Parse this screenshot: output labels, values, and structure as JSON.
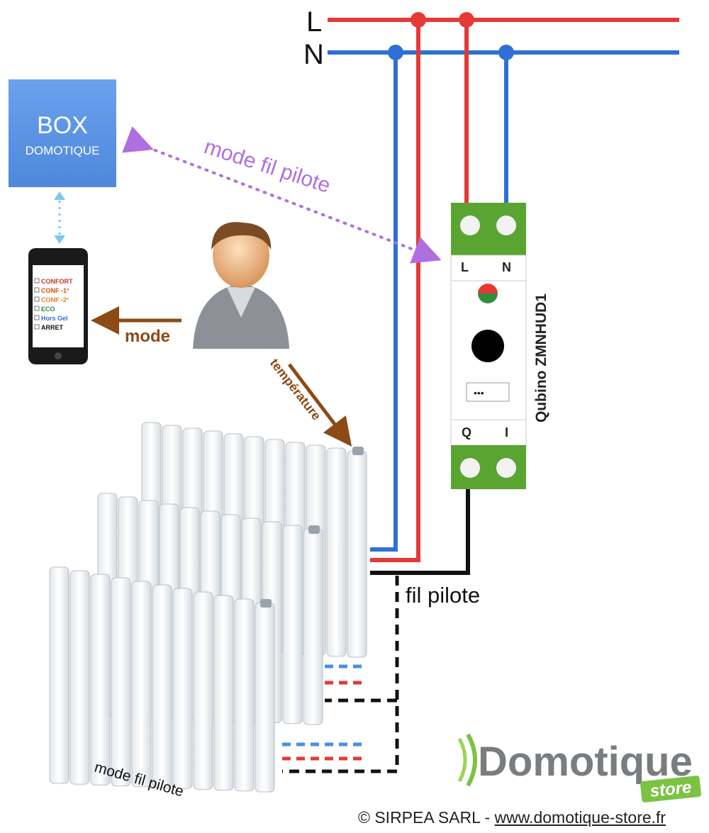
{
  "wires": {
    "line_label": "L",
    "neutral_label": "N"
  },
  "box": {
    "title": "BOX",
    "subtitle": "DOMOTIQUE"
  },
  "arrows": {
    "mode_fil_pilote_top": "mode fil pilote",
    "mode": "mode",
    "temperature": "température"
  },
  "phone": {
    "modes": [
      {
        "label": "CONFORT",
        "color": "#c0392b"
      },
      {
        "label": "CONF -1°",
        "color": "#d35400"
      },
      {
        "label": "CONF -2°",
        "color": "#e67e22"
      },
      {
        "label": "ECO",
        "color": "#2e8b3e"
      },
      {
        "label": "Hors Gel",
        "color": "#2a6fd1"
      },
      {
        "label": "ARRET",
        "color": "#111111"
      }
    ]
  },
  "module": {
    "top_left_terminal": "L",
    "top_right_terminal": "N",
    "bottom_left_terminal": "Q",
    "bottom_right_terminal": "I",
    "model": "Qubino ZMNHUD1",
    "dots": "•••"
  },
  "labels": {
    "fil_pilote": "fil pilote",
    "mode_fil_pilote_bottom": "mode fil pilote"
  },
  "brand": {
    "name": "Domotique",
    "tag": "store"
  },
  "footer": {
    "copyright": "© SIRPEA SARL - ",
    "url": "www.domotique-store.fr"
  },
  "colors": {
    "line": "#e53935",
    "neutral": "#2f6fd6",
    "pilot": "#111111",
    "module_green": "#5aa531",
    "box_blue": "#5a93e6",
    "arrow_purple": "#b06fe0",
    "arrow_brown": "#8b4a16",
    "brand_green": "#7cc243"
  }
}
